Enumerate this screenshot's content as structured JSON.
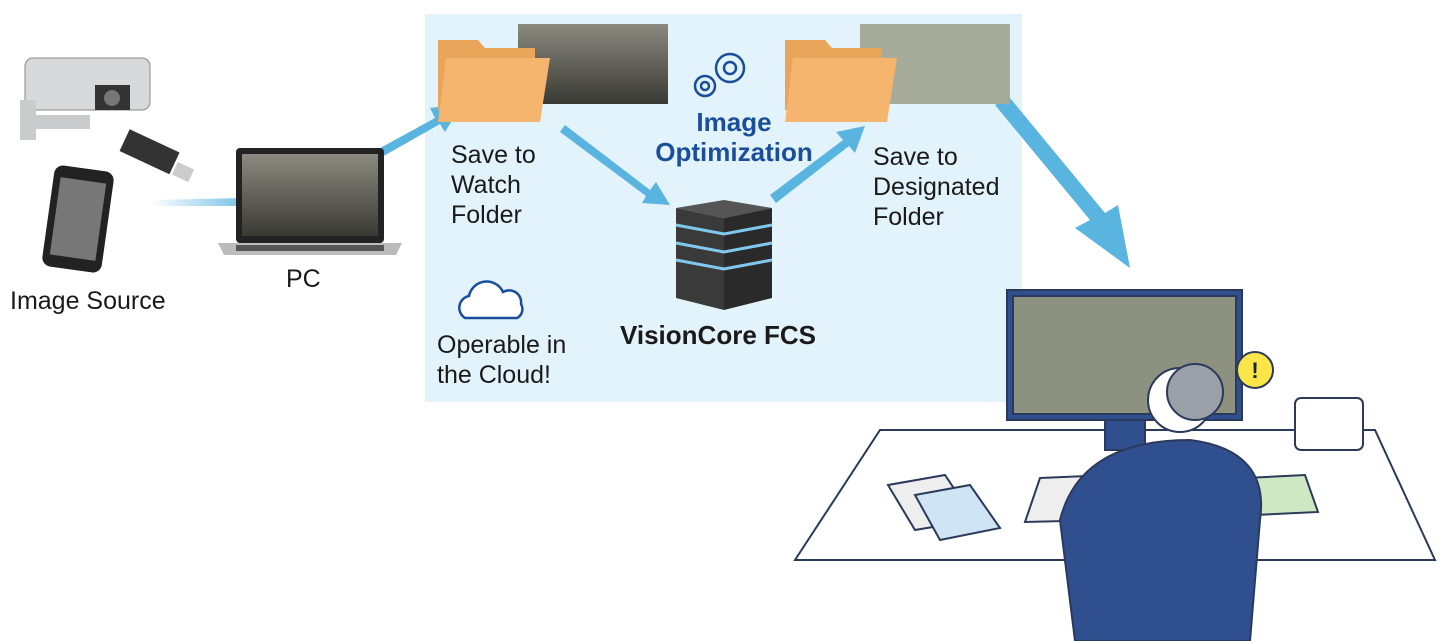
{
  "labels": {
    "image_source": "Image Source",
    "pc": "PC",
    "watch_folder": [
      "Save to",
      "Watch",
      "Folder"
    ],
    "optimization": [
      "Image",
      "Optimization"
    ],
    "designated_folder": [
      "Save to",
      "Designated",
      "Folder"
    ],
    "server": "VisionCore FCS",
    "cloud": [
      "Operable in",
      "the Cloud!"
    ]
  },
  "colors": {
    "panel": "#e3f3fb",
    "arrow": "#5ab4e0",
    "accent": "#1a4e9a",
    "folder": "#f5b56e",
    "user": "#2f4f8f"
  }
}
